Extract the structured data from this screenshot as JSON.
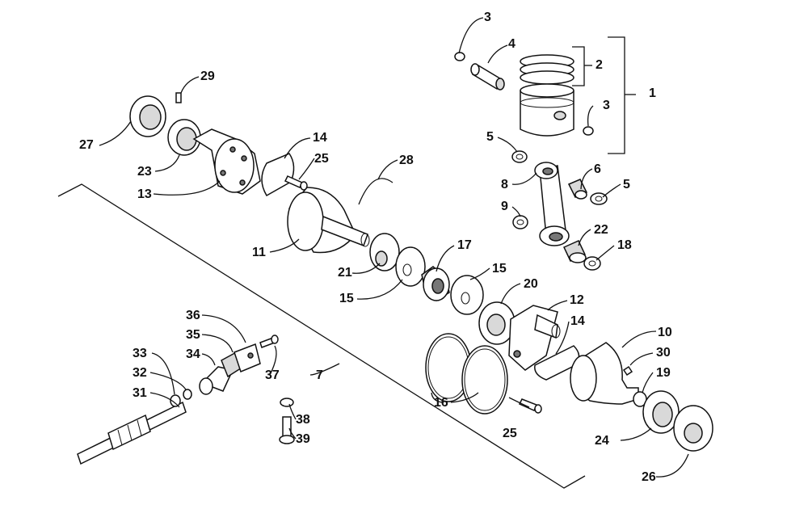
{
  "parts": [
    {
      "id": "p1",
      "num": "1"
    },
    {
      "id": "p2",
      "num": "2"
    },
    {
      "id": "p3a",
      "num": "3"
    },
    {
      "id": "p3b",
      "num": "3"
    },
    {
      "id": "p4",
      "num": "4"
    },
    {
      "id": "p5a",
      "num": "5"
    },
    {
      "id": "p5b",
      "num": "5"
    },
    {
      "id": "p6",
      "num": "6"
    },
    {
      "id": "p7",
      "num": "7"
    },
    {
      "id": "p8",
      "num": "8"
    },
    {
      "id": "p9",
      "num": "9"
    },
    {
      "id": "p10",
      "num": "10"
    },
    {
      "id": "p11",
      "num": "11"
    },
    {
      "id": "p12",
      "num": "12"
    },
    {
      "id": "p13",
      "num": "13"
    },
    {
      "id": "p14a",
      "num": "14"
    },
    {
      "id": "p14b",
      "num": "14"
    },
    {
      "id": "p15a",
      "num": "15"
    },
    {
      "id": "p15b",
      "num": "15"
    },
    {
      "id": "p16",
      "num": "16"
    },
    {
      "id": "p17",
      "num": "17"
    },
    {
      "id": "p18",
      "num": "18"
    },
    {
      "id": "p19",
      "num": "19"
    },
    {
      "id": "p20",
      "num": "20"
    },
    {
      "id": "p21",
      "num": "21"
    },
    {
      "id": "p22",
      "num": "22"
    },
    {
      "id": "p23",
      "num": "23"
    },
    {
      "id": "p24",
      "num": "24"
    },
    {
      "id": "p25a",
      "num": "25"
    },
    {
      "id": "p25b",
      "num": "25"
    },
    {
      "id": "p26",
      "num": "26"
    },
    {
      "id": "p27",
      "num": "27"
    },
    {
      "id": "p28",
      "num": "28"
    },
    {
      "id": "p29",
      "num": "29"
    },
    {
      "id": "p30",
      "num": "30"
    },
    {
      "id": "p31",
      "num": "31"
    },
    {
      "id": "p32",
      "num": "32"
    },
    {
      "id": "p33",
      "num": "33"
    },
    {
      "id": "p34",
      "num": "34"
    },
    {
      "id": "p35",
      "num": "35"
    },
    {
      "id": "p36",
      "num": "36"
    },
    {
      "id": "p37",
      "num": "37"
    },
    {
      "id": "p38",
      "num": "38"
    },
    {
      "id": "p39",
      "num": "39"
    }
  ]
}
